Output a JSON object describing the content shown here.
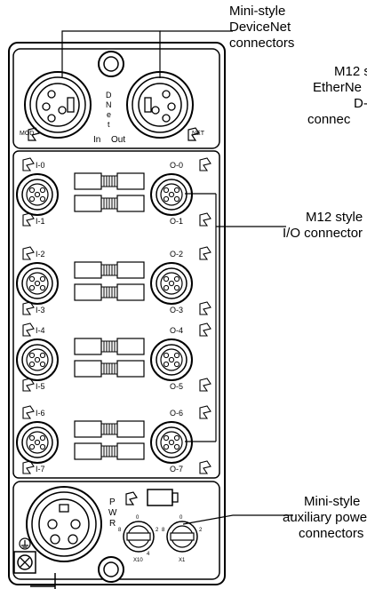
{
  "callouts": {
    "devicenet": [
      "Mini-style",
      "DeviceNet",
      "connectors"
    ],
    "ethernet": [
      "M12 s",
      "EtherNe",
      "D-c",
      "connec"
    ],
    "io": [
      "M12 style",
      "I/O connector"
    ],
    "aux": [
      "Mini-style",
      "auxiliary powe",
      "connectors"
    ]
  },
  "device": {
    "network_labels": {
      "mod": "MOD",
      "net": "NET",
      "dnet": [
        "D",
        "N",
        "e",
        "t"
      ],
      "in": "In",
      "out": "Out"
    },
    "io_left": [
      [
        "I-0",
        "I-1"
      ],
      [
        "I-2",
        "I-3"
      ],
      [
        "I-4",
        "I-5"
      ],
      [
        "I-6",
        "I-7"
      ]
    ],
    "io_right": [
      [
        "O-0",
        "O-1"
      ],
      [
        "O-2",
        "O-3"
      ],
      [
        "O-4",
        "O-5"
      ],
      [
        "O-6",
        "O-7"
      ]
    ],
    "power": {
      "pwr": [
        "P",
        "W",
        "R"
      ],
      "dial_x10": "X10",
      "dial_x1": "X1",
      "dial_marks": [
        "0",
        "2",
        "4",
        "8"
      ]
    }
  }
}
